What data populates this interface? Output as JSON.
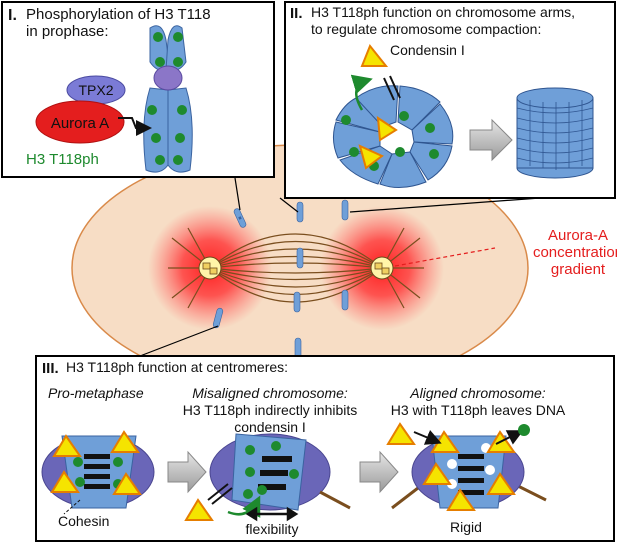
{
  "panel1": {
    "roman": "I.",
    "title_line1": "Phosphorylation of H3 T118",
    "title_line2": "in prophase:",
    "tpx2": "TPX2",
    "aurora_a": "Aurora A",
    "h3_label": "H3 T118ph"
  },
  "panel2": {
    "roman": "II.",
    "title_line1": "H3 T118ph function on chromosome arms,",
    "title_line2": "to regulate chromosome compaction:",
    "condensin": "Condensin I"
  },
  "cell": {
    "gradient_label_line1": "Aurora-A",
    "gradient_label_line2": "concentration",
    "gradient_label_line3": "gradient"
  },
  "panel3": {
    "roman": "III.",
    "title": "H3 T118ph function at centromeres:",
    "stage1_title": "Pro-metaphase",
    "stage2_title_line1": "Misaligned chromosome:",
    "stage2_title_line2": "H3 T118ph indirectly inhibits",
    "stage2_title_line3": "condensin I",
    "stage3_title_line1": "Aligned chromosome:",
    "stage3_title_line2": "H3 with T118ph leaves DNA",
    "cohesin": "Cohesin",
    "flexibility": "flexibility",
    "rigid": "Rigid"
  },
  "colors": {
    "chromosome": "#6f9fd8",
    "phospho": "#1e8a2e",
    "aurora": "#e41e1e",
    "tpx2": "#7b7bd6",
    "condensin": "#f5e400",
    "cell": "#f5ddc4"
  }
}
